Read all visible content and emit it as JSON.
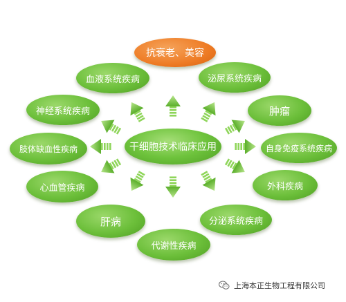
{
  "center": "干细胞技术临床应用",
  "nodes": [
    {
      "id": "anti-aging",
      "label": "抗衰老、美容",
      "color": "#ee7b24"
    },
    {
      "id": "urinary",
      "label": "泌尿系统疾病"
    },
    {
      "id": "tumor",
      "label": "肿瘤"
    },
    {
      "id": "immune",
      "label": "自身免疫系统疾病"
    },
    {
      "id": "surgical",
      "label": "外科疾病"
    },
    {
      "id": "endocrine",
      "label": "分泌系统疾病"
    },
    {
      "id": "metabolic",
      "label": "代谢性疾病"
    },
    {
      "id": "liver",
      "label": "肝病"
    },
    {
      "id": "cardio",
      "label": "心血管疾病"
    },
    {
      "id": "limb-ischemia",
      "label": "肢体缺血性疾病"
    },
    {
      "id": "nervous",
      "label": "神经系统疾病"
    },
    {
      "id": "blood",
      "label": "血液系统疾病"
    }
  ],
  "footer": {
    "text": "上海本正生物工程有限公司",
    "icon": "wechat-icon"
  },
  "colors": {
    "green": "#6cbf3a",
    "orange": "#ee7b24",
    "arrow": "#7ccf45"
  }
}
